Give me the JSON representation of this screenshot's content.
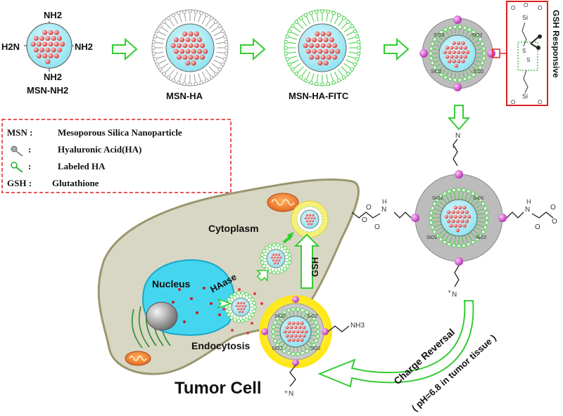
{
  "stages": {
    "s1": {
      "label": "MSN-NH2",
      "amine": "NH2",
      "amine_left": "H2N"
    },
    "s2": {
      "label": "MSN-HA"
    },
    "s3": {
      "label": "MSN-HA-FITC"
    },
    "s4": {
      "silica": "SiO2"
    }
  },
  "linker": {
    "title": "GSH Responsive",
    "o": "O",
    "si": "Si",
    "s": "S"
  },
  "legend": {
    "items": [
      {
        "key": "MSN :",
        "text": "Mesoporous Silica Nanoparticle",
        "icon": "msn"
      },
      {
        "key": ":",
        "text": "Hyaluronic Acid(HA)",
        "icon": "ha-gray-icon"
      },
      {
        "key": ":",
        "text": "Labeled HA",
        "icon": "ha-green-icon"
      },
      {
        "key": "GSH :",
        "text": "Glutathione",
        "icon": "none"
      }
    ]
  },
  "cell": {
    "cytoplasm": "Cytoplasm",
    "nucleus": "Nucleus",
    "haase": "HAase",
    "gsh": "GSH",
    "endocytosis": "Endocytosis",
    "tumor_cell": "Tumor  Cell"
  },
  "charge": {
    "reversal": "Charge Reversal",
    "condition": "( pH=6.8 in tumor tissue )"
  },
  "chem": {
    "nplus": "N",
    "plus": "+",
    "nh": "N",
    "h": "H",
    "nh3": "NH3",
    "o": "O",
    "ominus": "O"
  },
  "colors": {
    "arrow_green": "#33cc33",
    "legend_border": "#e02020",
    "linker_border": "#e02020",
    "cell_fill": "#d9d9c9",
    "nucleus_fill": "#3ad6f0",
    "shell_gray": "#b8b8b8",
    "yellow_halo": "#ffee00",
    "magenta_bead": "#d050c8"
  }
}
